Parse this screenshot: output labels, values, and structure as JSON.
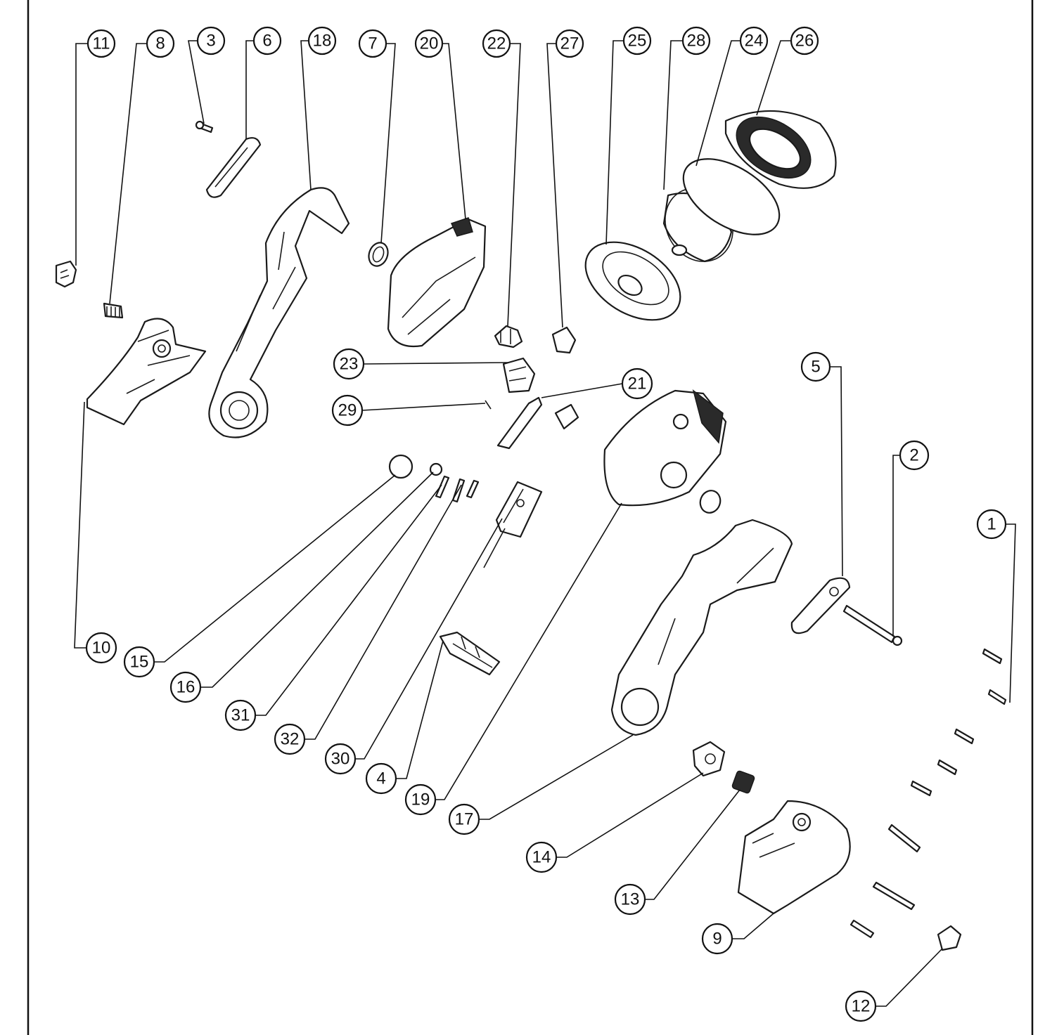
{
  "diagram": {
    "callouts": [
      {
        "id": "11",
        "label": "11"
      },
      {
        "id": "8",
        "label": "8"
      },
      {
        "id": "3",
        "label": "3"
      },
      {
        "id": "6",
        "label": "6"
      },
      {
        "id": "18",
        "label": "18"
      },
      {
        "id": "7",
        "label": "7"
      },
      {
        "id": "20",
        "label": "20"
      },
      {
        "id": "22",
        "label": "22"
      },
      {
        "id": "27",
        "label": "27"
      },
      {
        "id": "25",
        "label": "25"
      },
      {
        "id": "28",
        "label": "28"
      },
      {
        "id": "24",
        "label": "24"
      },
      {
        "id": "26",
        "label": "26"
      },
      {
        "id": "23",
        "label": "23"
      },
      {
        "id": "21",
        "label": "21"
      },
      {
        "id": "29",
        "label": "29"
      },
      {
        "id": "5",
        "label": "5"
      },
      {
        "id": "2",
        "label": "2"
      },
      {
        "id": "1",
        "label": "1"
      },
      {
        "id": "10",
        "label": "10"
      },
      {
        "id": "15",
        "label": "15"
      },
      {
        "id": "16",
        "label": "16"
      },
      {
        "id": "31",
        "label": "31"
      },
      {
        "id": "32",
        "label": "32"
      },
      {
        "id": "30",
        "label": "30"
      },
      {
        "id": "4",
        "label": "4"
      },
      {
        "id": "19",
        "label": "19"
      },
      {
        "id": "17",
        "label": "17"
      },
      {
        "id": "14",
        "label": "14"
      },
      {
        "id": "13",
        "label": "13"
      },
      {
        "id": "9",
        "label": "9"
      },
      {
        "id": "12",
        "label": "12"
      }
    ]
  }
}
